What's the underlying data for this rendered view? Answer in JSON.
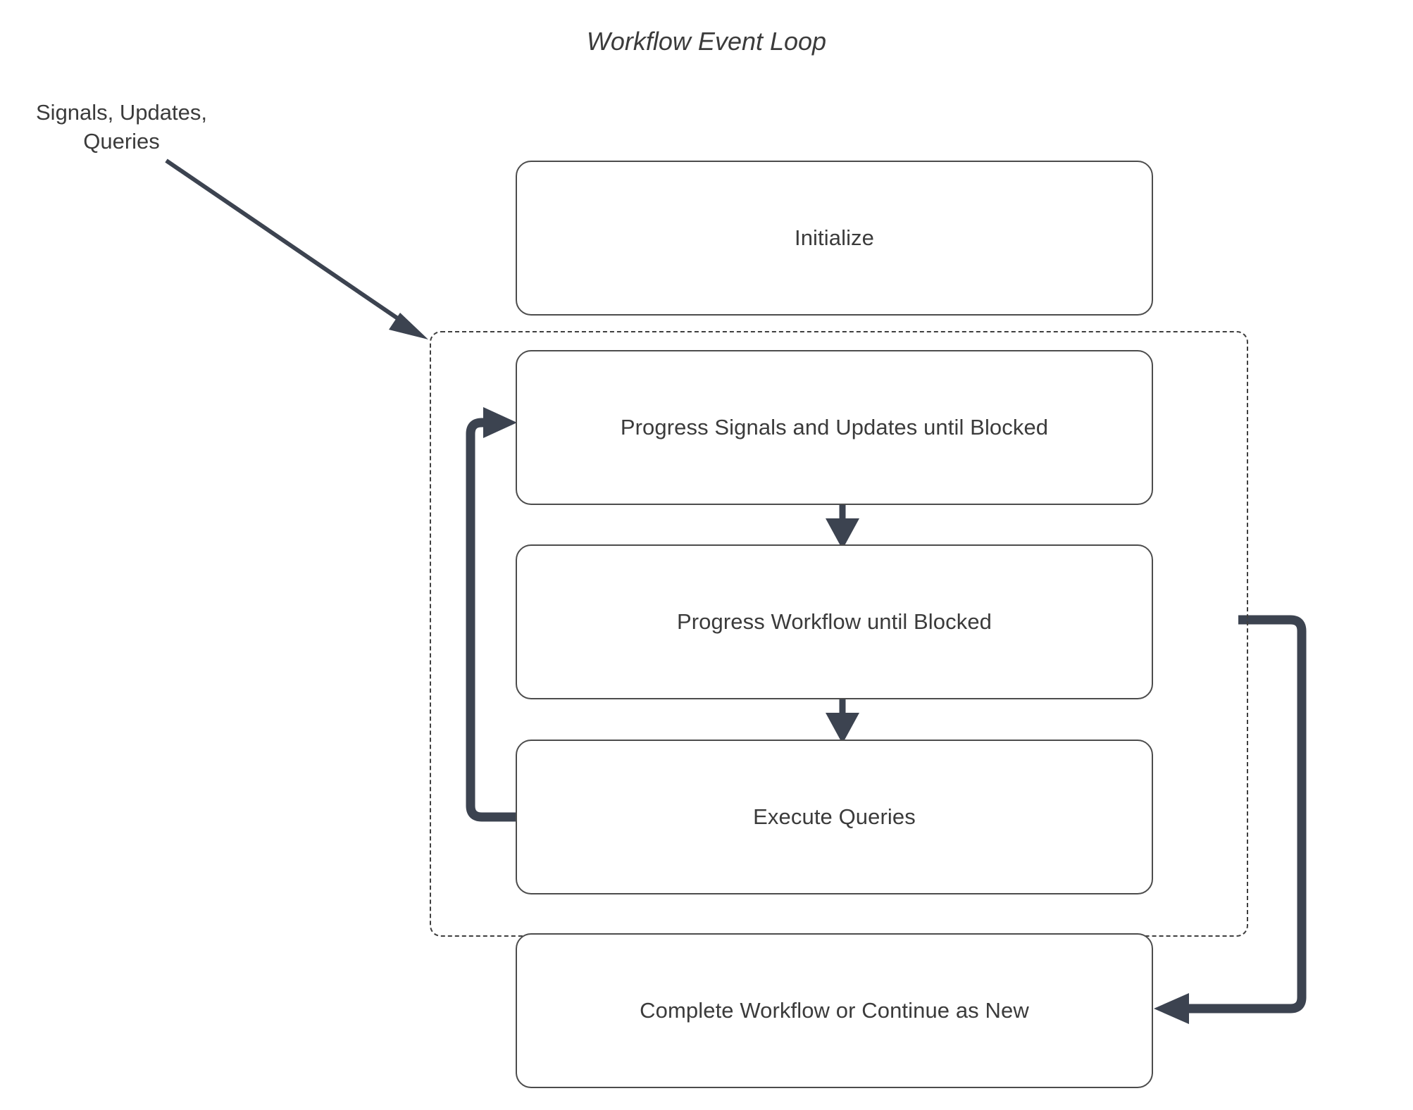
{
  "diagram": {
    "title": "Workflow Event Loop",
    "type": "flowchart",
    "background_color": "#ffffff",
    "stroke_color": "#3c4350",
    "box_border_color": "#4c4c4c",
    "text_color": "#3b3b3b",
    "external_label": {
      "line1": "Signals, Updates,",
      "line2": "Queries"
    },
    "nodes": [
      {
        "id": "initialize",
        "label": "Initialize"
      },
      {
        "id": "progress-signals",
        "label": "Progress Signals and Updates until Blocked"
      },
      {
        "id": "progress-workflow",
        "label": "Progress Workflow until Blocked"
      },
      {
        "id": "execute-queries",
        "label": "Execute Queries"
      },
      {
        "id": "complete-workflow",
        "label": "Complete Workflow or Continue as New"
      }
    ],
    "group": {
      "id": "event-loop-group",
      "style": "dashed",
      "label": ""
    },
    "edges": [
      {
        "from": "signals-updates-queries",
        "to": "event-loop-group",
        "style": "diagonal-arrow"
      },
      {
        "from": "progress-signals",
        "to": "progress-workflow",
        "style": "down-arrow"
      },
      {
        "from": "progress-workflow",
        "to": "execute-queries",
        "style": "down-arrow"
      },
      {
        "from": "execute-queries",
        "to": "progress-signals",
        "style": "loop-back-left"
      },
      {
        "from": "event-loop-group",
        "to": "complete-workflow",
        "style": "loop-right-down"
      }
    ]
  }
}
